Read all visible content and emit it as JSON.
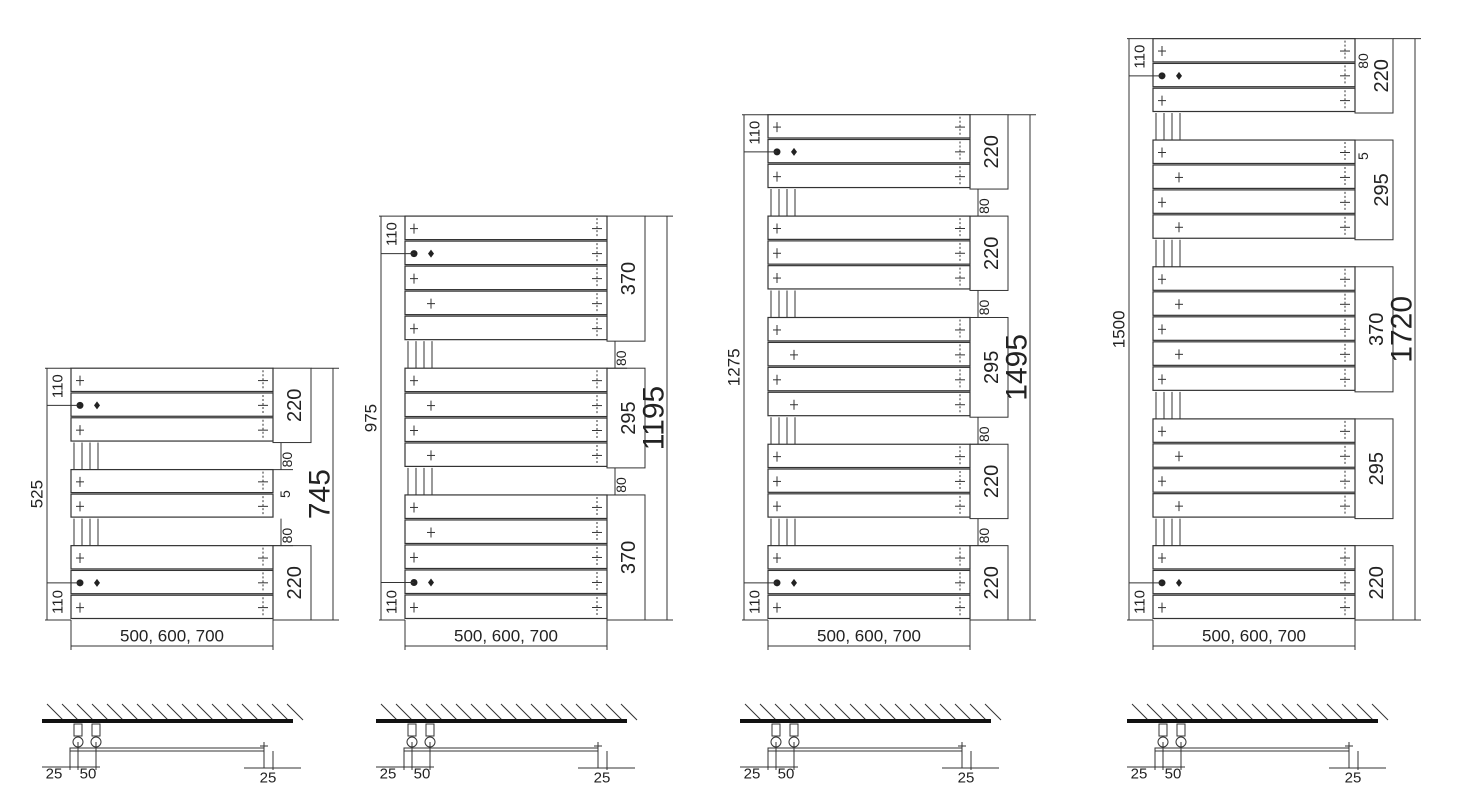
{
  "radiators": [
    {
      "total": "745",
      "left_top": "110",
      "left_mid": "525",
      "left_bottom": "110",
      "width_label": "500, 600, 700",
      "groups": [
        {
          "panels": 3,
          "label": "220"
        },
        {
          "panels": 2,
          "label": "",
          "extra": "5"
        },
        {
          "panels": 3,
          "label": "220"
        }
      ],
      "gap_label": "80"
    },
    {
      "total": "1195",
      "left_top": "110",
      "left_mid": "975",
      "left_bottom": "110",
      "width_label": "500, 600, 700",
      "groups": [
        {
          "panels": 5,
          "label": "370"
        },
        {
          "panels": 4,
          "label": "295"
        },
        {
          "panels": 5,
          "label": "370"
        }
      ],
      "gap_label": "80"
    },
    {
      "total": "1495",
      "left_top": "110",
      "left_mid": "1275",
      "left_bottom": "110",
      "width_label": "500, 600, 700",
      "groups": [
        {
          "panels": 3,
          "label": "220"
        },
        {
          "panels": 3,
          "label": "220"
        },
        {
          "panels": 4,
          "label": "295"
        },
        {
          "panels": 3,
          "label": "220"
        },
        {
          "panels": 3,
          "label": "220"
        }
      ],
      "gap_label": "80"
    },
    {
      "total": "1720",
      "left_top": "110",
      "left_mid": "1500",
      "left_bottom": "110",
      "width_label": "500, 600, 700",
      "groups": [
        {
          "panels": 3,
          "label": "220",
          "extra": "80"
        },
        {
          "panels": 4,
          "label": "295",
          "extra": "5"
        },
        {
          "panels": 5,
          "label": "370"
        },
        {
          "panels": 4,
          "label": "295"
        },
        {
          "panels": 3,
          "label": "220"
        }
      ],
      "gap_label": ""
    }
  ],
  "side_view": {
    "left_offset": "25",
    "pipe_spacing": "50",
    "right_offset": "25"
  },
  "colors": {
    "line": "#333333",
    "text": "#222222"
  }
}
